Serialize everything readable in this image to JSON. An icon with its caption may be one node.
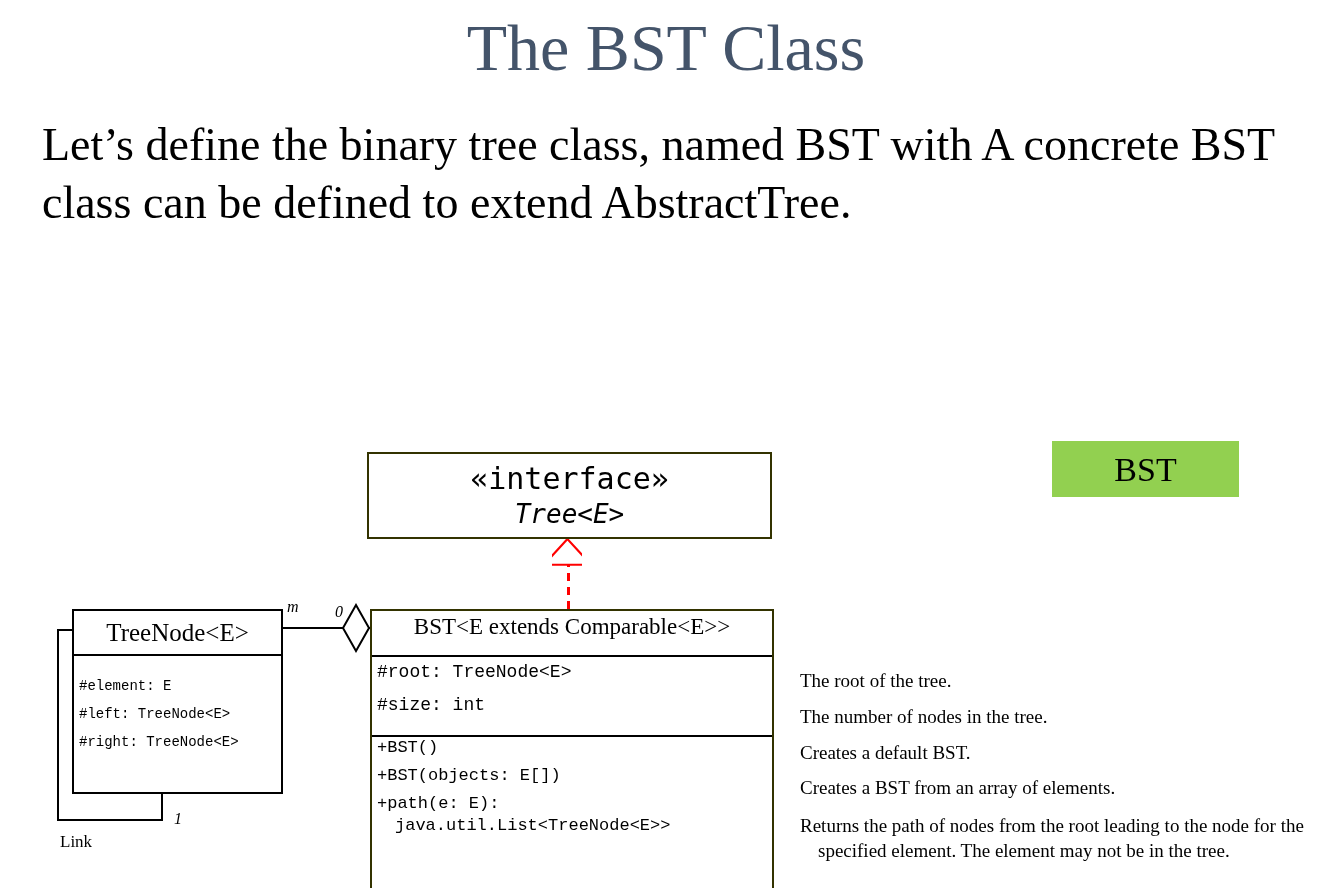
{
  "diagram": {
    "title": "The BST Class",
    "nodes": [
      {
        "text": [
          "«interface»",
          "Tree<E>"
        ]
      },
      {
        "text": [
          "TreeNode<E>",
          "#element: E",
          "#left: TreeNode<E>",
          "#right: TreeNode<E>"
        ]
      },
      {
        "text": [
          "BST<E extends Comparable<E>>",
          "#root: TreeNode<E>",
          "#size: int",
          "+BST()",
          "+BST(objects: E[])",
          "+path(e: E): java.util.List<TreeNode<E>>"
        ]
      },
      {
        "text": [
          "BST"
        ]
      }
    ],
    "edges": [
      {
        "from": 2,
        "to": 0,
        "arrow": "to",
        "style": "dashed",
        "color": "#ff0000"
      },
      {
        "from": 1,
        "to": 2,
        "arrow": "other"
      },
      {
        "from": 1,
        "to": 1,
        "arrow": "none",
        "label": "Link"
      }
    ],
    "labels": [
      "Let’s define the binary tree class, named BST with A concrete BST class can be defined to extend AbstractTree.",
      "m",
      "0",
      "1",
      "The root of the tree.",
      "The number of nodes in the tree.",
      "Creates a default BST.",
      "Creates a BST from an array of elements.",
      "Returns the path of nodes from the root leading to the node for the specified element. The element may not be in the tree."
    ]
  }
}
